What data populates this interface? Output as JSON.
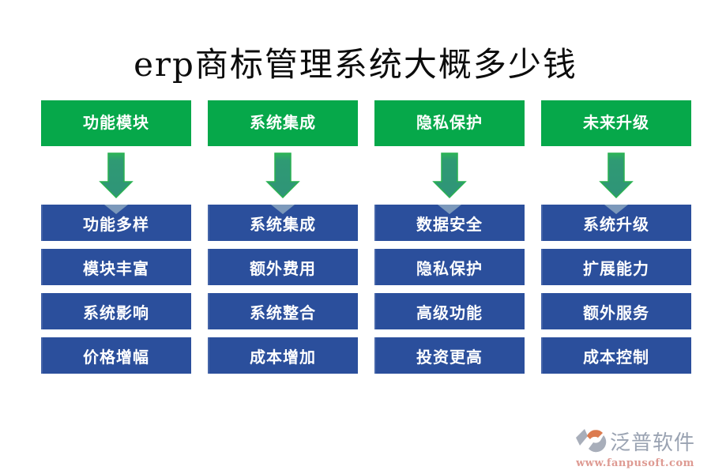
{
  "title": "erp商标管理系统大概多少钱",
  "columns": [
    {
      "header": "功能模块",
      "items": [
        "功能多样",
        "模块丰富",
        "系统影响",
        "价格增幅"
      ]
    },
    {
      "header": "系统集成",
      "items": [
        "系统集成",
        "额外费用",
        "系统整合",
        "成本增加"
      ]
    },
    {
      "header": "隐私保护",
      "items": [
        "数据安全",
        "隐私保护",
        "高级功能",
        "投资更高"
      ]
    },
    {
      "header": "未来升级",
      "items": [
        "系统升级",
        "扩展能力",
        "额外服务",
        "成本控制"
      ]
    }
  ],
  "footer": {
    "brand": "泛普软件",
    "url": "www.fanpusoft.com"
  },
  "colors": {
    "header_green": "#06a84a",
    "box_blue": "#2b4f9c",
    "arrow_teal": "#2f9478",
    "arrow_outline": "#28b150",
    "title_black": "#0c0c0c",
    "brand_gray": "#9aa3b2",
    "logo_orange": "#dc7b4f",
    "url_salmon": "#de9a92"
  }
}
